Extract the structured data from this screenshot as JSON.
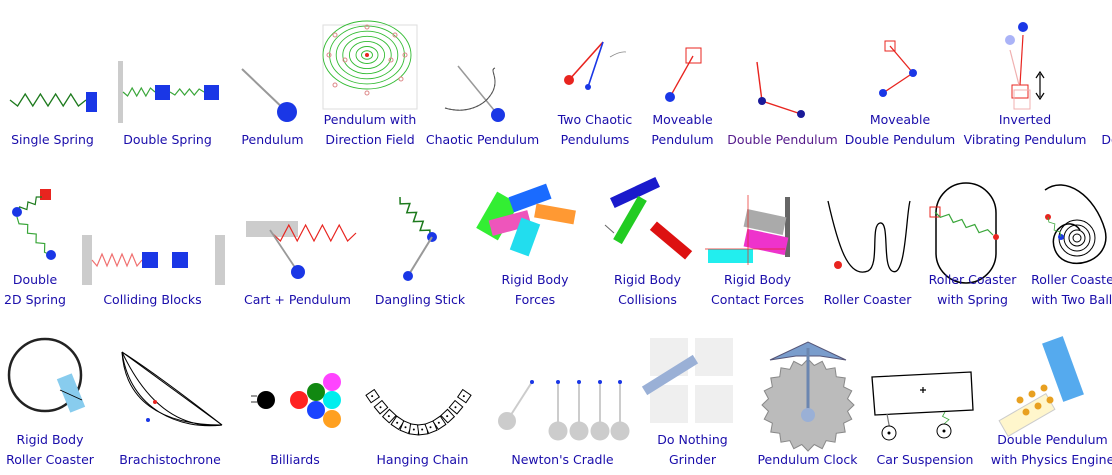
{
  "page": {
    "link_color": "#1a0dab",
    "visited_link_color": "#551a8b"
  },
  "rows": [
    [
      {
        "id": "single-spring",
        "label": [
          "Single Spring"
        ]
      },
      {
        "id": "double-spring",
        "label": [
          "Double Spring"
        ]
      },
      {
        "id": "pendulum",
        "label": [
          "Pendulum"
        ]
      },
      {
        "id": "pendulum-direction-field",
        "label": [
          "Pendulum with",
          "Direction Field"
        ]
      },
      {
        "id": "chaotic-pendulum",
        "label": [
          "Chaotic Pendulum"
        ]
      },
      {
        "id": "two-chaotic-pendulums",
        "label": [
          "Two Chaotic",
          "Pendulums"
        ]
      },
      {
        "id": "moveable-pendulum",
        "label": [
          "Moveable",
          "Pendulum"
        ]
      },
      {
        "id": "double-pendulum",
        "label": [
          "Double Pendulum"
        ],
        "visited": true
      },
      {
        "id": "moveable-double-pendulum",
        "label": [
          "Moveable",
          "Double Pendulum"
        ]
      },
      {
        "id": "inverted-vibrating-pendulum",
        "label": [
          "Inverted",
          "Vibrating Pendulum"
        ]
      },
      {
        "id": "cut-off-tile",
        "label": [
          "Do"
        ]
      }
    ],
    [
      {
        "id": "double-2d-spring",
        "label": [
          "Double",
          "2D Spring"
        ]
      },
      {
        "id": "colliding-blocks",
        "label": [
          "Colliding Blocks"
        ]
      },
      {
        "id": "cart-pendulum",
        "label": [
          "Cart + Pendulum"
        ]
      },
      {
        "id": "dangling-stick",
        "label": [
          "Dangling Stick"
        ]
      },
      {
        "id": "rigid-body-forces",
        "label": [
          "Rigid Body",
          "Forces"
        ]
      },
      {
        "id": "rigid-body-collisions",
        "label": [
          "Rigid Body",
          "Collisions"
        ]
      },
      {
        "id": "rigid-body-contact-forces",
        "label": [
          "Rigid Body",
          "Contact Forces"
        ]
      },
      {
        "id": "roller-coaster",
        "label": [
          "Roller Coaster"
        ]
      },
      {
        "id": "roller-coaster-spring",
        "label": [
          "Roller Coaster",
          "with Spring"
        ]
      },
      {
        "id": "roller-coaster-two-balls",
        "label": [
          "Roller Coaster",
          "with Two Balls"
        ]
      }
    ],
    [
      {
        "id": "rigid-body-roller-coaster",
        "label": [
          "Rigid Body",
          "Roller Coaster"
        ]
      },
      {
        "id": "brachistochrone",
        "label": [
          "Brachistochrone"
        ]
      },
      {
        "id": "billiards",
        "label": [
          "Billiards"
        ]
      },
      {
        "id": "hanging-chain",
        "label": [
          "Hanging Chain"
        ]
      },
      {
        "id": "newtons-cradle",
        "label": [
          "Newton's Cradle"
        ]
      },
      {
        "id": "do-nothing-grinder",
        "label": [
          "Do Nothing",
          "Grinder"
        ]
      },
      {
        "id": "pendulum-clock",
        "label": [
          "Pendulum Clock"
        ]
      },
      {
        "id": "car-suspension",
        "label": [
          "Car Suspension"
        ]
      },
      {
        "id": "double-pendulum-physics-engine",
        "label": [
          "Double Pendulum",
          "with Physics Engine"
        ]
      }
    ]
  ]
}
